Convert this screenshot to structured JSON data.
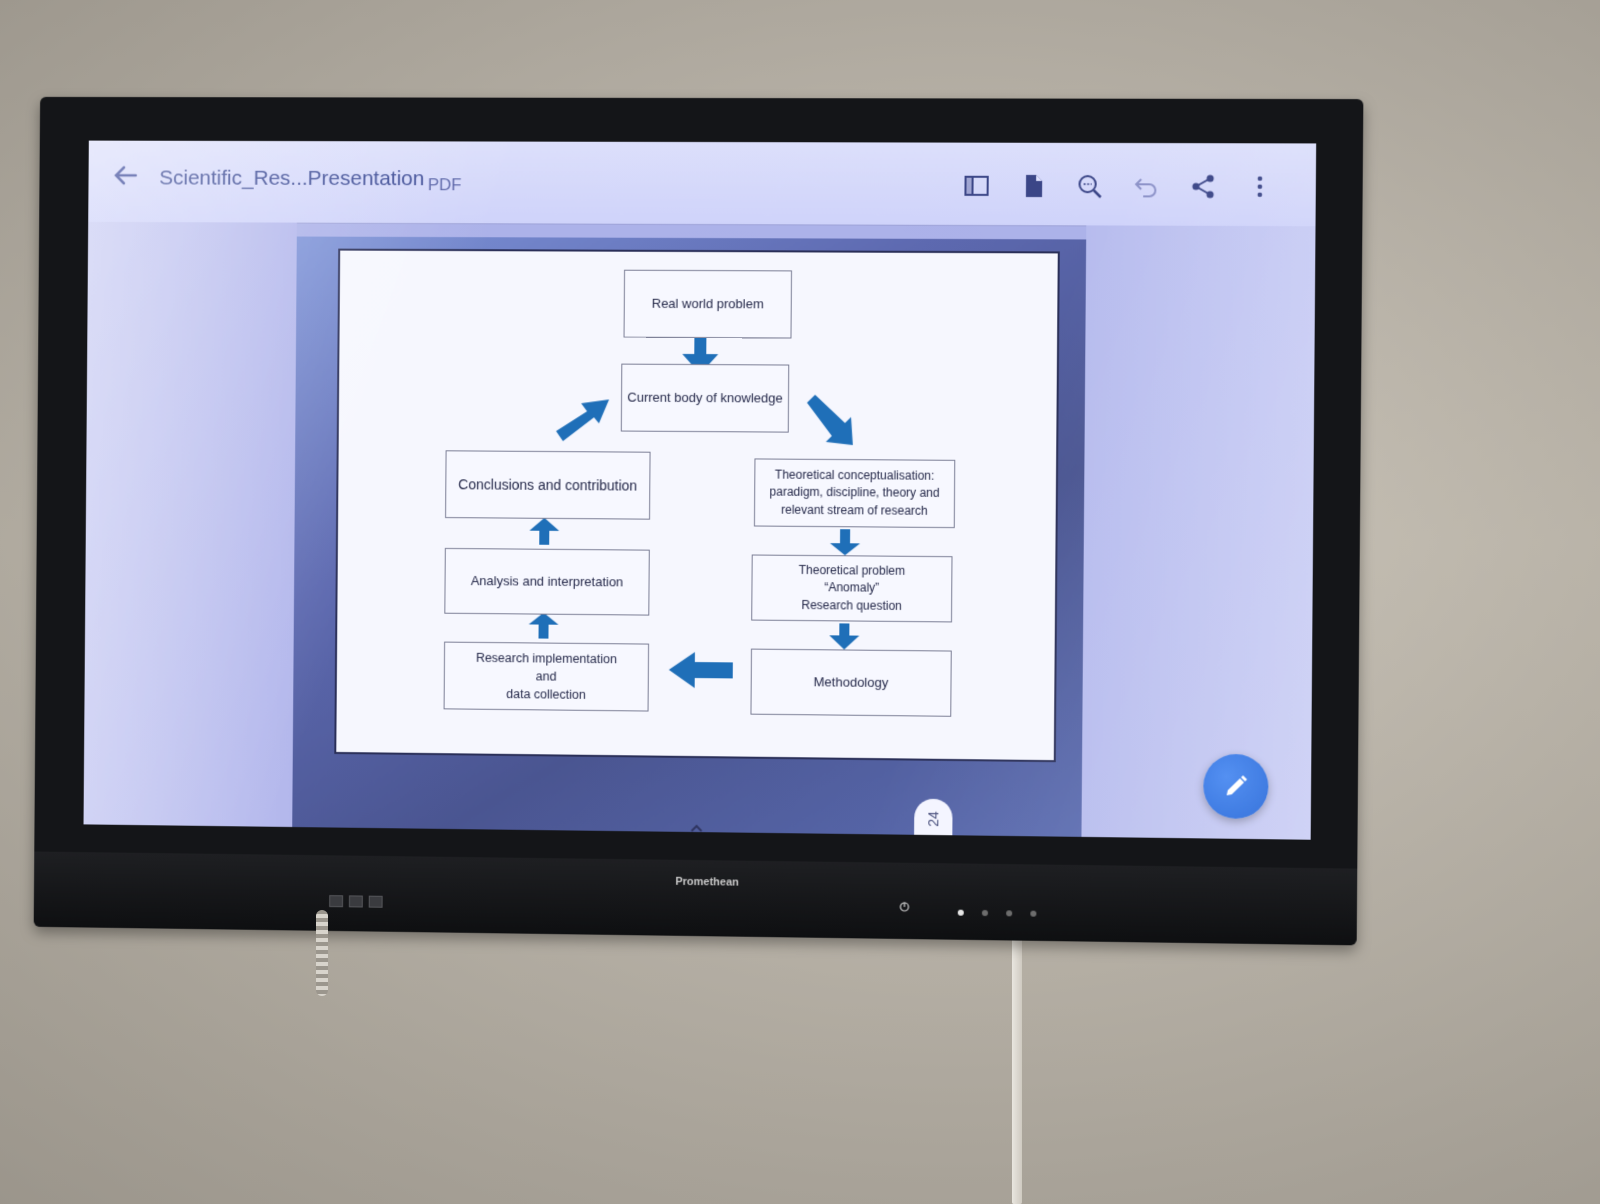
{
  "toolbar": {
    "title": "Scientific_Res...Presentation",
    "file_type": "PDF",
    "icons": [
      "arrow-back-icon",
      "sidebar-panel-icon",
      "document-icon",
      "zoom-out-icon",
      "undo-icon",
      "share-icon",
      "more-vert-icon"
    ]
  },
  "slide": {
    "boxes": {
      "real_world": "Real world problem",
      "current_body": "Current body of knowledge",
      "theoretical_concept": "Theoretical conceptualisation:\nparadigm, discipline, theory and\nrelevant stream of research",
      "theoretical_problem": "Theoretical problem\n“Anomaly”\nResearch question",
      "methodology": "Methodology",
      "research_impl": "Research implementation\nand\ndata collection",
      "analysis": "Analysis and interpretation",
      "conclusions": "Conclusions and contribution"
    },
    "arrow_color": "#1f6fb8"
  },
  "page_indicator": "24",
  "bezel": {
    "brand": "Promethean"
  },
  "colors": {
    "fab": "#1a5fd6",
    "title": "#3b4a94"
  }
}
